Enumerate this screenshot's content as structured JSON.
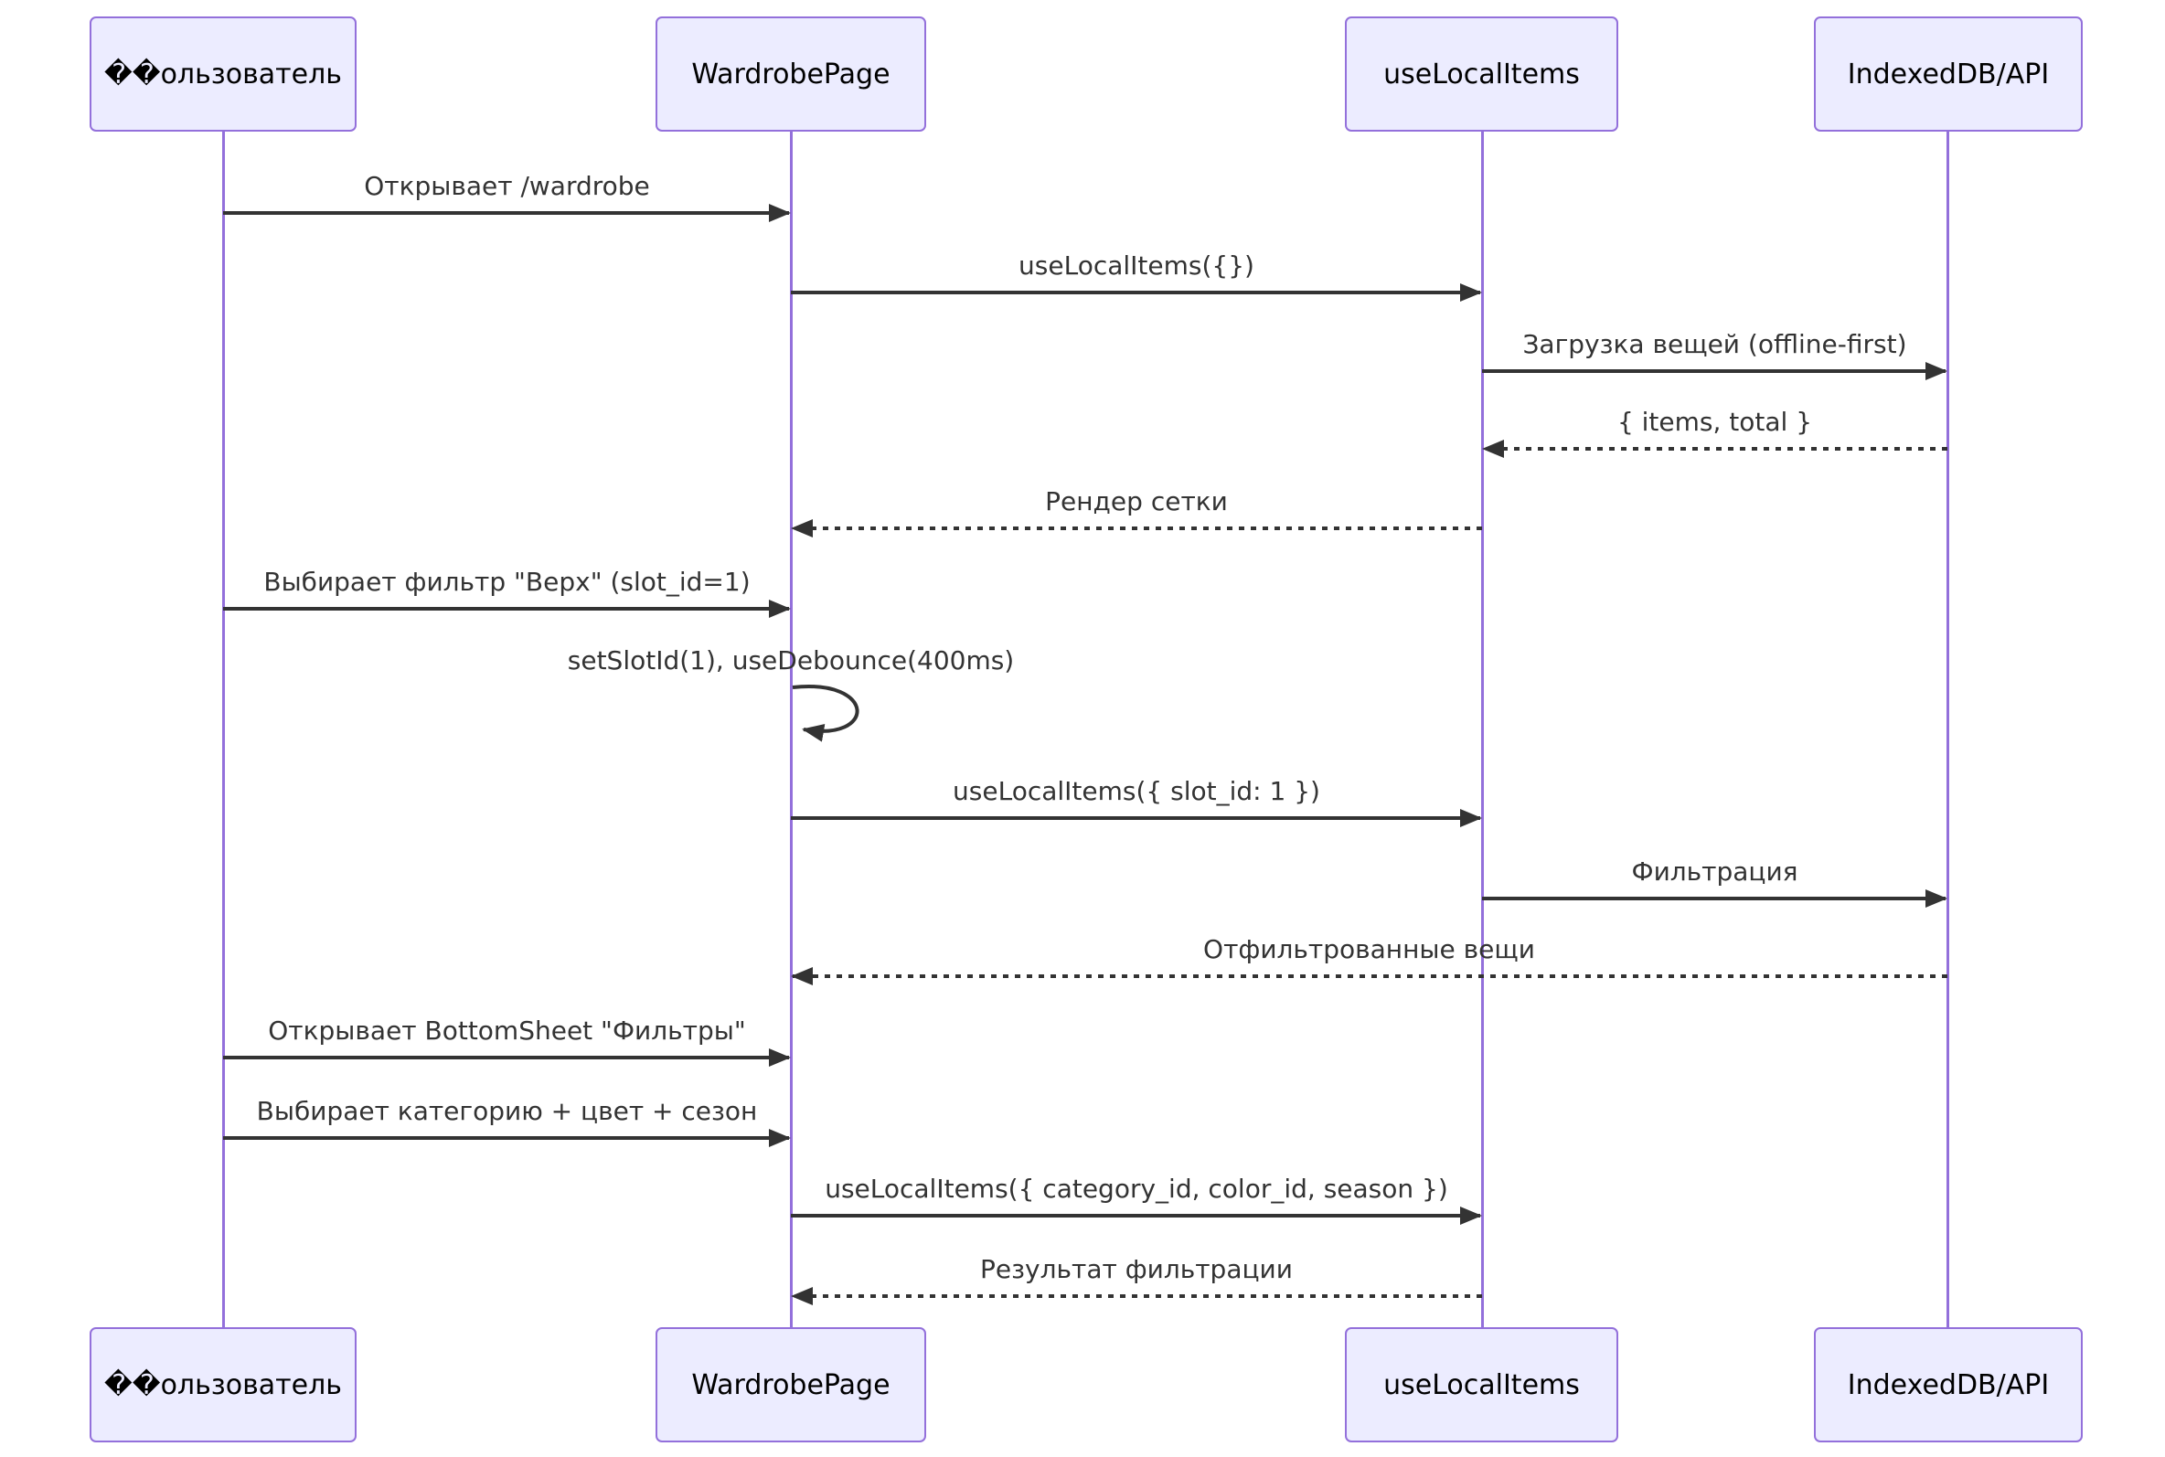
{
  "diagram": {
    "type": "sequence-diagram",
    "actors": [
      {
        "id": "user",
        "label": "��ользователь"
      },
      {
        "id": "page",
        "label": "WardrobePage"
      },
      {
        "id": "items",
        "label": "useLocalItems"
      },
      {
        "id": "db",
        "label": "IndexedDB/API"
      }
    ],
    "messages": [
      {
        "from": "user",
        "to": "page",
        "line": "solid",
        "text": "Открывает /wardrobe"
      },
      {
        "from": "page",
        "to": "items",
        "line": "solid",
        "text": "useLocalItems({})"
      },
      {
        "from": "items",
        "to": "db",
        "line": "solid",
        "text": "Загрузка вещей (offline-first)"
      },
      {
        "from": "db",
        "to": "items",
        "line": "dashed",
        "text": "{ items, total }"
      },
      {
        "from": "items",
        "to": "page",
        "line": "dashed",
        "text": "Рендер сетки"
      },
      {
        "from": "user",
        "to": "page",
        "line": "solid",
        "text": "Выбирает фильтр \"Верх\" (slot_id=1)"
      },
      {
        "from": "page",
        "to": "page",
        "line": "self",
        "text": "setSlotId(1), useDebounce(400ms)"
      },
      {
        "from": "page",
        "to": "items",
        "line": "solid",
        "text": "useLocalItems({ slot_id: 1 })"
      },
      {
        "from": "items",
        "to": "db",
        "line": "solid",
        "text": "Фильтрация"
      },
      {
        "from": "db",
        "to": "page",
        "line": "dashed",
        "text": "Отфильтрованные вещи"
      },
      {
        "from": "user",
        "to": "page",
        "line": "solid",
        "text": "Открывает BottomSheet \"Фильтры\""
      },
      {
        "from": "user",
        "to": "page",
        "line": "solid",
        "text": "Выбирает категорию + цвет + сезон"
      },
      {
        "from": "page",
        "to": "items",
        "line": "solid",
        "text": "useLocalItems({ category_id, color_id, season })"
      },
      {
        "from": "items",
        "to": "page",
        "line": "dashed",
        "text": "Результат фильтрации"
      }
    ],
    "colors": {
      "actor_fill": "#ECECFF",
      "actor_border": "#9370DB",
      "lifeline": "#9370DB",
      "arrow": "#333333",
      "message_text": "#333333",
      "background": "#FFFFFF"
    }
  }
}
